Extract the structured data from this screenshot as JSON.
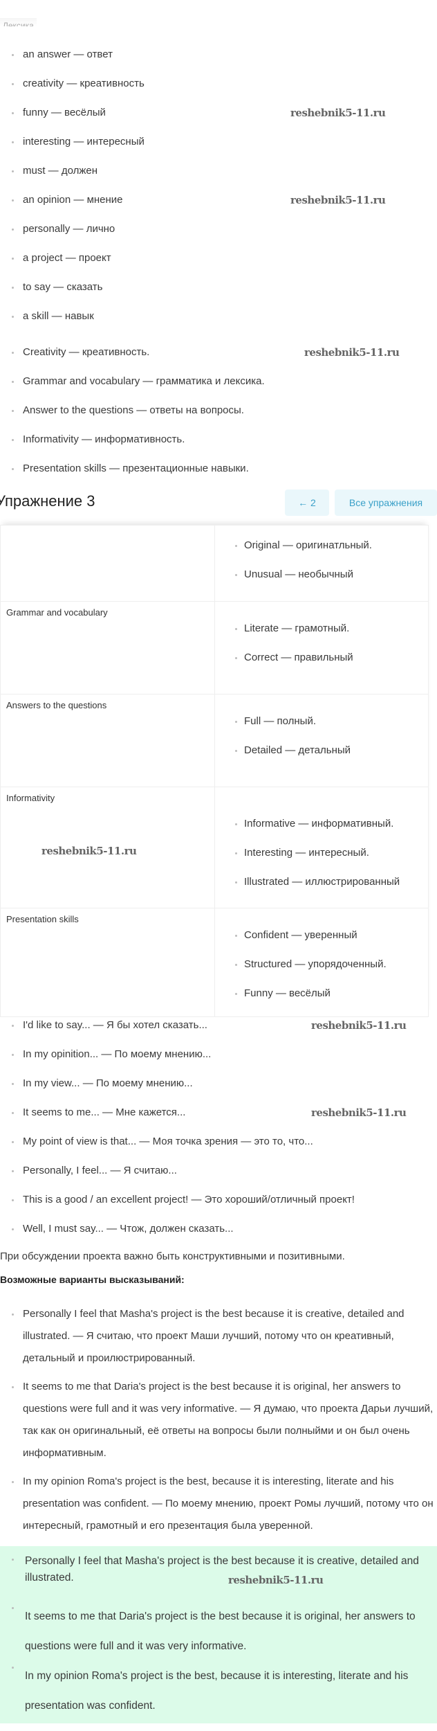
{
  "top_fragment": "Лексика",
  "vocab": [
    "an answer — ответ",
    "creativity — креативность",
    "funny — весёлый",
    "interesting — интересный",
    "must — должен",
    "an opinion — мнение",
    "personally — лично",
    "a project — проект",
    "to say — сказать",
    "a skill — навык"
  ],
  "criteria": [
    "Creativity — креативность.",
    "Grammar and vocabulary — грамматика и лексика.",
    "Answer to the questions — ответы на вопросы.",
    "Informativity — информативность.",
    "Presentation skills — презентационные навыки."
  ],
  "exercise": {
    "title": "Упражнение 3",
    "prev_label": "← 2",
    "all_label": "Все упражнения"
  },
  "table": [
    {
      "label": "",
      "items": [
        "Original — оригинатльный.",
        "Unusual — необычный"
      ]
    },
    {
      "label": "Grammar and vocabulary",
      "items": [
        "Literate — грамотный.",
        "Correct — правильный"
      ]
    },
    {
      "label": "Answers to the questions",
      "items": [
        "Full — полный.",
        "Detailed — детальный"
      ]
    },
    {
      "label": "Informativity",
      "items": [
        "Informative — информативный.",
        "Interesting — интересный.",
        "Illustrated — иллюстрированный"
      ]
    },
    {
      "label": "Presentation skills",
      "items": [
        "Confident — уверенный",
        "Structured — упорядоченный.",
        "Funny — весёлый"
      ]
    }
  ],
  "phrases": [
    "I'd like to say... — Я бы хотел сказать...",
    "In my opinition... — По моему мнению...",
    "In my view... — По моему мнению...",
    "It seems to me... — Мне кажется...",
    "My point of view is that... — Моя точка зрения — это то, что...",
    "Personally, I feel... — Я считаю...",
    "This is a good / an excellent project! — Это хороший/отличный проект!",
    "Well, I must say... — Чтож, должен сказать..."
  ],
  "note": "При обсуждении проекта важно быть конструктивными и позитивными.",
  "examples_heading": "Возможные варианты высказываний:",
  "examples": [
    "Personally I feel that Masha's project is the best because it is creative, detailed and illustrated. — Я считаю, что проект Маши лучший, потому что он креативный, детальный и проилюстрированный.",
    "It seems to me that Daria's project is the best because it is original, her answers to questions were full and it was very informative. — Я думаю, что проекта Дарьи лучший, так как он оригинальный, её ответы на вопросы были полныйми и он был очень информативным.",
    "In my opinion Roma's project is the best, because it is interesting, literate and his presentation was confident. — По моему мнению, проект Ромы лучший, потому что он интересный, грамотный и его презентация была уверенной."
  ],
  "highlighted": [
    "Personally I feel that Masha's project is the best because it is creative, detailed and illustrated.",
    "It seems to me that Daria's project is the best because it is original, her answers to questions were full and it was very informative.",
    "In my opinion Roma's project is the best, because it is interesting, literate and his presentation was confident."
  ],
  "watermark": "reshebnik5-11.ru"
}
